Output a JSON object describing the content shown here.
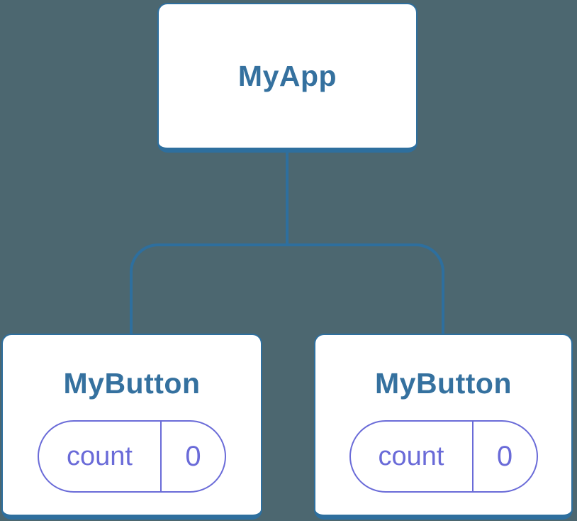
{
  "theme": {
    "bg": "#4C6770",
    "line": "#2E6F9E",
    "blue": "#35719F",
    "purple": "#6A6BD8"
  },
  "tree": {
    "root": {
      "label": "MyApp"
    },
    "children": [
      {
        "label": "MyButton",
        "state": {
          "key": "count",
          "value": "0"
        }
      },
      {
        "label": "MyButton",
        "state": {
          "key": "count",
          "value": "0"
        }
      }
    ]
  }
}
